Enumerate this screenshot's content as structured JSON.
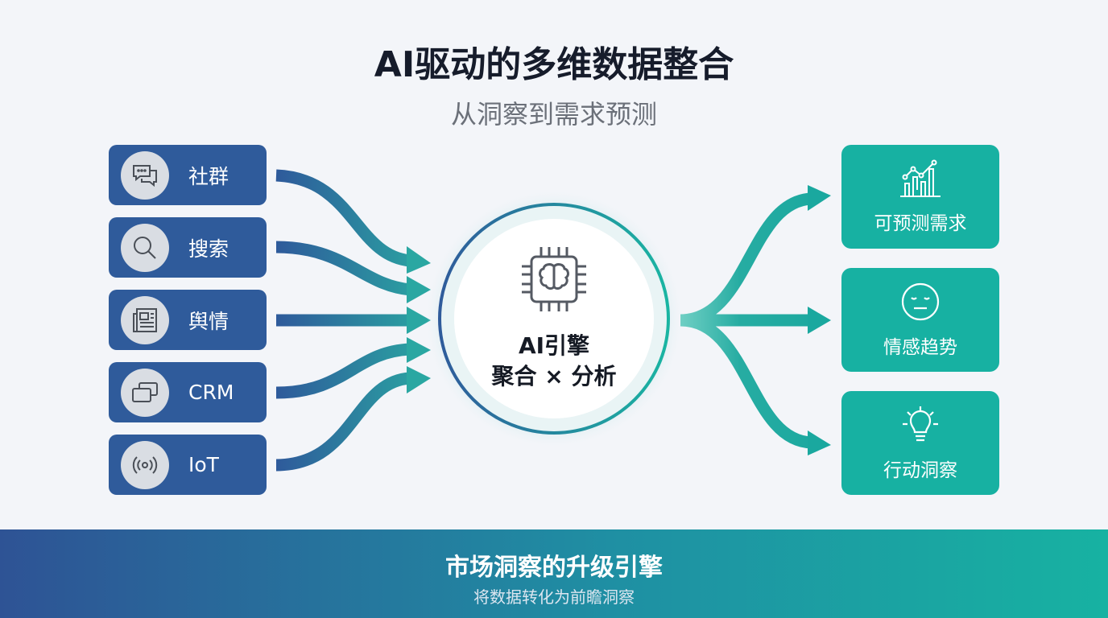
{
  "header": {
    "title": "AI驱动的多维数据整合",
    "subtitle": "从洞察到需求预测"
  },
  "sources": [
    {
      "label": "社群",
      "icon": "chat-bubbles-icon"
    },
    {
      "label": "搜索",
      "icon": "search-icon"
    },
    {
      "label": "舆情",
      "icon": "newspaper-icon"
    },
    {
      "label": "CRM",
      "icon": "cards-icon"
    },
    {
      "label": "IoT",
      "icon": "wireless-signal-icon"
    }
  ],
  "core": {
    "icon": "ai-chip-brain-icon",
    "line1": "AI引擎",
    "line2": "聚合 × 分析"
  },
  "outputs": [
    {
      "label": "可预测需求",
      "icon": "bar-line-chart-icon"
    },
    {
      "label": "情感趋势",
      "icon": "neutral-face-icon"
    },
    {
      "label": "行动洞察",
      "icon": "lightbulb-icon"
    }
  ],
  "footer": {
    "title": "市场洞察的升级引擎",
    "subtitle": "将数据转化为前瞻洞察"
  },
  "colors": {
    "source": "#2f5b9b",
    "output": "#17b1a2",
    "footer_start": "#2e5395",
    "footer_end": "#17b2a2"
  }
}
